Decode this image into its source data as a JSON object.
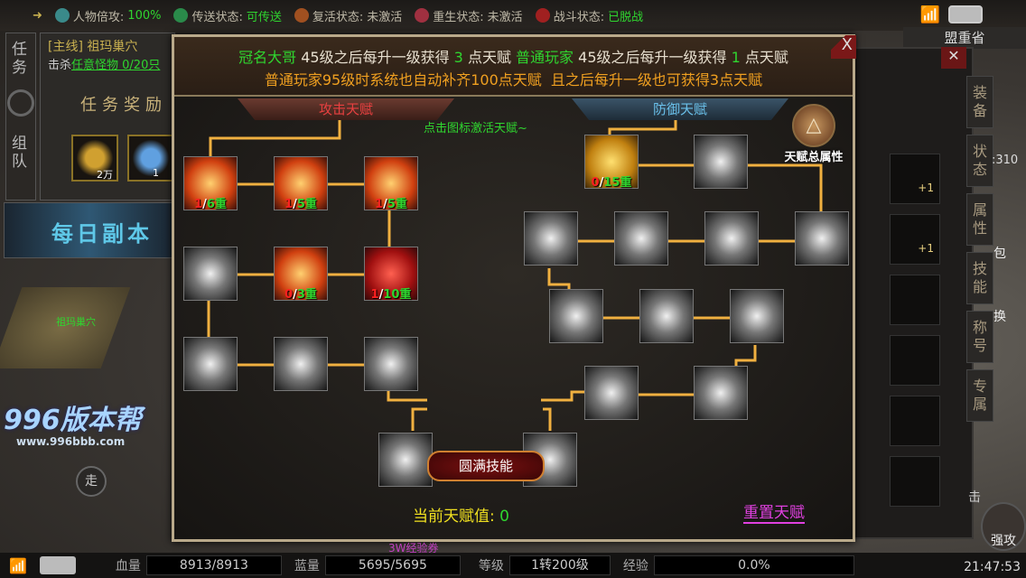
{
  "status_bar": {
    "items": [
      {
        "label": "人物倍攻:",
        "value": "100%",
        "icon": "person-icon",
        "color": "#2fd52f"
      },
      {
        "label": "传送状态:",
        "value": "可传送",
        "icon": "teleport-icon",
        "color": "#2fd52f"
      },
      {
        "label": "复活状态:",
        "value": "未激活",
        "icon": "revive-icon",
        "color": "#bfb9a8"
      },
      {
        "label": "重生状态:",
        "value": "未激活",
        "icon": "rebirth-icon",
        "color": "#bfb9a8"
      },
      {
        "label": "战斗状态:",
        "value": "已脱战",
        "icon": "battle-icon",
        "color": "#2fd52f"
      }
    ]
  },
  "left": {
    "tabs": [
      "任务",
      "组队"
    ],
    "quest_title": "[主线] 祖玛巢穴",
    "quest_kill_label": "击杀",
    "quest_kill_target": "任意怪物 0/20只",
    "reward_title": "任务奖励",
    "rewards": [
      "2万",
      "1"
    ],
    "daily_banner": "每日副本",
    "map_name": "祖玛巢穴",
    "watermark": "996版本帮",
    "watermark_url": "www.996bbb.com",
    "walk_button": "走"
  },
  "right": {
    "province": "盟重省",
    "tabs": [
      "装备",
      "状态",
      "属性",
      "技能",
      "称号",
      "专属"
    ],
    "slots": [
      "+1",
      "+1",
      "",
      "",
      "",
      ""
    ],
    "coord": ":310",
    "bag": "包",
    "switch": "换",
    "strike": "击",
    "attack_button": "强攻"
  },
  "dialog": {
    "line1": {
      "a": "冠名大哥",
      "b": " 45级之后每升一级获得 ",
      "c": "3",
      "d": " 点天赋 ",
      "e": "普通玩家",
      "f": " 45级之后每升一级获得 ",
      "g": "1",
      "h": " 点天赋"
    },
    "line2": "普通玩家95级时系统也自动补齐100点天赋  且之后每升一级也可获得3点天赋",
    "close": "X",
    "attack_tree_title": "攻击天赋",
    "defense_tree_title": "防御天赋",
    "hint": "点击图标激活天赋~",
    "total_attr_label": "天赋总属性",
    "master_skill": "圆满技能",
    "current_label": "当前天赋值:",
    "current_value": "0",
    "reset_button": "重置天赋",
    "attack_nodes": [
      {
        "cur": "1",
        "max": "6重",
        "style": "fire"
      },
      {
        "cur": "1",
        "max": "5重",
        "style": "fire"
      },
      {
        "cur": "1",
        "max": "5重",
        "style": "fire"
      },
      {
        "cur": "",
        "max": "",
        "style": "gray"
      },
      {
        "cur": "0",
        "max": "3重",
        "style": "fire"
      },
      {
        "cur": "1",
        "max": "10重",
        "style": "red"
      },
      {
        "cur": "",
        "max": "",
        "style": "gray"
      },
      {
        "cur": "",
        "max": "",
        "style": "gray"
      },
      {
        "cur": "",
        "max": "",
        "style": "gray"
      }
    ],
    "defense_nodes": [
      {
        "cur": "0",
        "max": "15重",
        "style": "gold"
      },
      {
        "cur": "",
        "max": "",
        "style": "gray"
      },
      {
        "cur": "",
        "max": "",
        "style": "gray"
      },
      {
        "cur": "",
        "max": "",
        "style": "gray"
      },
      {
        "cur": "",
        "max": "",
        "style": "gray"
      },
      {
        "cur": "",
        "max": "",
        "style": "gray"
      },
      {
        "cur": "",
        "max": "",
        "style": "gray"
      },
      {
        "cur": "",
        "max": "",
        "style": "gray"
      },
      {
        "cur": "",
        "max": "",
        "style": "gray"
      },
      {
        "cur": "",
        "max": "",
        "style": "gray"
      },
      {
        "cur": "",
        "max": "",
        "style": "gray"
      }
    ],
    "master_nodes": [
      {
        "style": "gray"
      },
      {
        "style": "gray"
      }
    ]
  },
  "bottom": {
    "hp_label": "血量",
    "hp": "8913/8913",
    "mp_label": "蓝量",
    "mp": "5695/5695",
    "level_label": "等级",
    "level": "1转200级",
    "exp_label": "经验",
    "exp": "0.0%",
    "exp_bonus": "3W经验券",
    "time": "21:47:53"
  }
}
